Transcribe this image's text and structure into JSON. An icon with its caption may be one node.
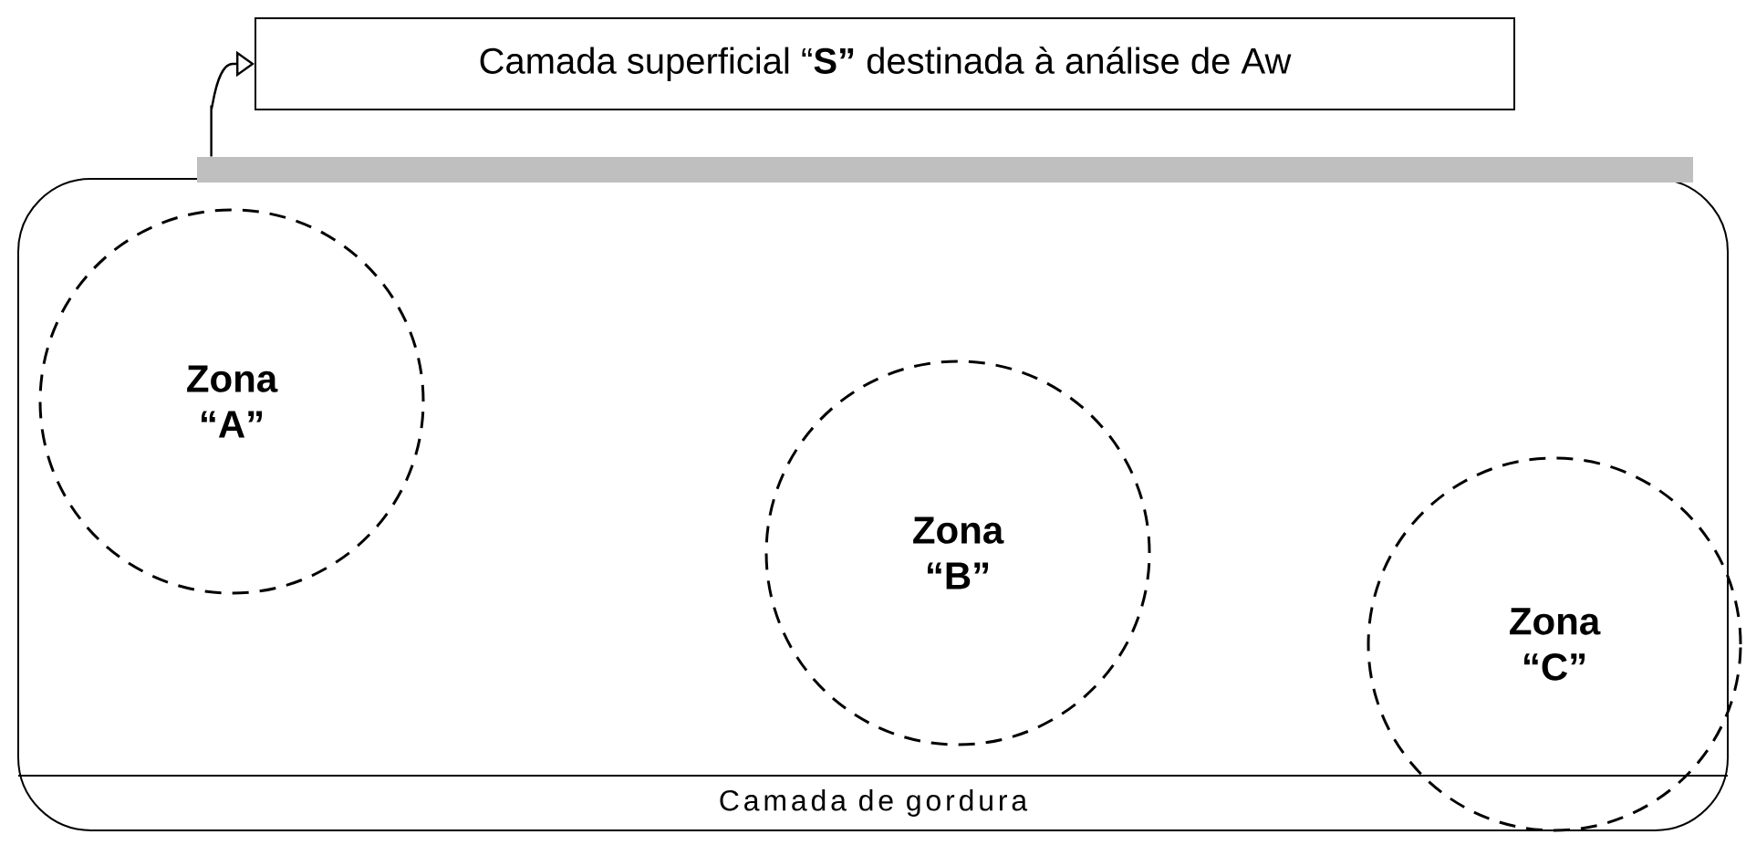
{
  "diagram": {
    "nodes": [
      {
        "text": [
          "Camada superficial “**S”** destinada à análise de Aw"
        ]
      },
      {
        "text": [],
        "shape": "box"
      },
      {
        "text": [],
        "shape": "bar"
      },
      {
        "text": [
          "Camada de gordura"
        ],
        "in": 1
      },
      {
        "text": [
          "Zona “A”"
        ],
        "in": 1
      },
      {
        "text": [
          "Zona “B”"
        ],
        "in": 1
      },
      {
        "text": [
          "Zona “C”"
        ],
        "in": 1
      }
    ],
    "edges": [
      {
        "from": 2,
        "to": 0,
        "arrow": "to"
      }
    ]
  }
}
